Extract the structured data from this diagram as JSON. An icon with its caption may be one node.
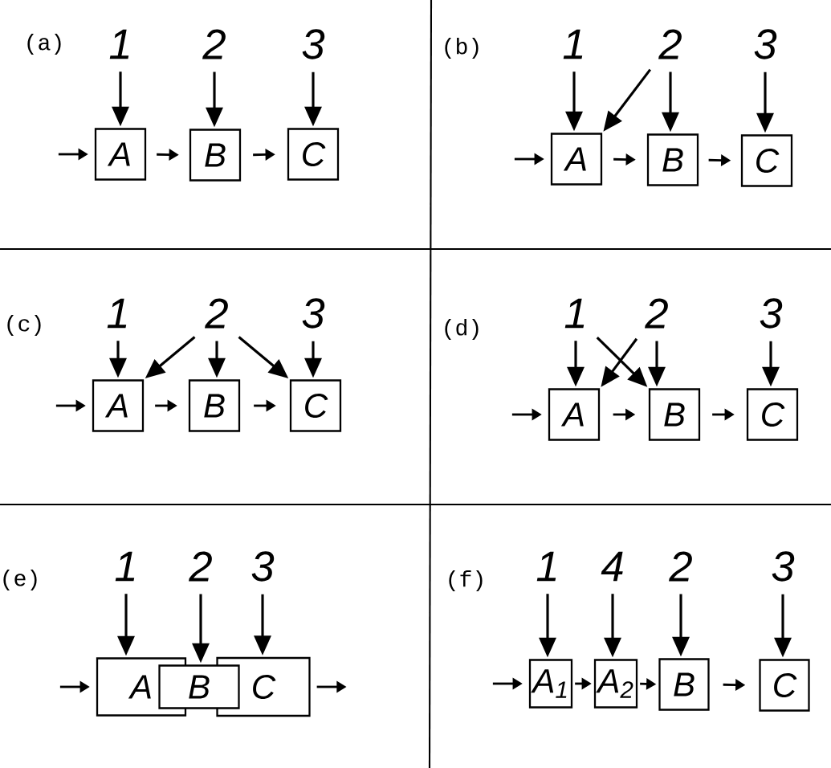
{
  "diagram": {
    "nodes": [
      {
        "text": [
          "1"
        ]
      },
      {
        "text": [
          "2"
        ]
      },
      {
        "text": [
          "3"
        ]
      },
      {
        "text": [
          "A"
        ]
      },
      {
        "text": [
          "B"
        ]
      },
      {
        "text": [
          "C"
        ]
      },
      {
        "text": [
          "1"
        ]
      },
      {
        "text": [
          "2"
        ]
      },
      {
        "text": [
          "3"
        ]
      },
      {
        "text": [
          "A"
        ]
      },
      {
        "text": [
          "B"
        ]
      },
      {
        "text": [
          "C"
        ]
      },
      {
        "text": [
          "1"
        ]
      },
      {
        "text": [
          "2"
        ]
      },
      {
        "text": [
          "3"
        ]
      },
      {
        "text": [
          "A"
        ]
      },
      {
        "text": [
          "B"
        ]
      },
      {
        "text": [
          "C"
        ]
      },
      {
        "text": [
          "1"
        ]
      },
      {
        "text": [
          "2"
        ]
      },
      {
        "text": [
          "3"
        ]
      },
      {
        "text": [
          "A"
        ]
      },
      {
        "text": [
          "B"
        ]
      },
      {
        "text": [
          "C"
        ]
      },
      {
        "text": [
          "1"
        ]
      },
      {
        "text": [
          "2"
        ]
      },
      {
        "text": [
          "3"
        ]
      },
      {
        "text": [
          "A"
        ]
      },
      {
        "text": [
          "B"
        ]
      },
      {
        "text": [
          "C"
        ]
      },
      {
        "text": [
          "1"
        ]
      },
      {
        "text": [
          "4"
        ]
      },
      {
        "text": [
          "2"
        ]
      },
      {
        "text": [
          "3"
        ]
      },
      {
        "text": [
          "A$_{1}$"
        ]
      },
      {
        "text": [
          "A$_{2}$"
        ]
      },
      {
        "text": [
          "B"
        ]
      },
      {
        "text": [
          "C"
        ]
      }
    ],
    "edges": [
      {
        "from": 0,
        "to": 3,
        "arrow": "to"
      },
      {
        "from": 1,
        "to": 4,
        "arrow": "to"
      },
      {
        "from": 2,
        "to": 5,
        "arrow": "to"
      },
      {
        "from": null,
        "to": 3,
        "arrow": "to"
      },
      {
        "from": 3,
        "to": 4,
        "arrow": "to"
      },
      {
        "from": 4,
        "to": 5,
        "arrow": "to"
      },
      {
        "from": 6,
        "to": 9,
        "arrow": "to"
      },
      {
        "from": 7,
        "to": 9,
        "arrow": "to"
      },
      {
        "from": 7,
        "to": 10,
        "arrow": "to"
      },
      {
        "from": 8,
        "to": 11,
        "arrow": "to"
      },
      {
        "from": null,
        "to": 9,
        "arrow": "to"
      },
      {
        "from": 9,
        "to": 10,
        "arrow": "to"
      },
      {
        "from": 10,
        "to": 11,
        "arrow": "to"
      },
      {
        "from": 12,
        "to": 15,
        "arrow": "to"
      },
      {
        "from": 13,
        "to": 15,
        "arrow": "to"
      },
      {
        "from": 13,
        "to": 16,
        "arrow": "to"
      },
      {
        "from": 13,
        "to": 17,
        "arrow": "to"
      },
      {
        "from": 14,
        "to": 17,
        "arrow": "to"
      },
      {
        "from": null,
        "to": 15,
        "arrow": "to"
      },
      {
        "from": 15,
        "to": 16,
        "arrow": "to"
      },
      {
        "from": 16,
        "to": 17,
        "arrow": "to"
      },
      {
        "from": 18,
        "to": 21,
        "arrow": "to"
      },
      {
        "from": 18,
        "to": 22,
        "arrow": "to"
      },
      {
        "from": 19,
        "to": 21,
        "arrow": "to"
      },
      {
        "from": 19,
        "to": 22,
        "arrow": "to"
      },
      {
        "from": 20,
        "to": 23,
        "arrow": "to"
      },
      {
        "from": null,
        "to": 21,
        "arrow": "to"
      },
      {
        "from": 21,
        "to": 22,
        "arrow": "to"
      },
      {
        "from": 22,
        "to": 23,
        "arrow": "to"
      },
      {
        "from": 24,
        "to": 27,
        "arrow": "to"
      },
      {
        "from": 25,
        "to": 28,
        "arrow": "to"
      },
      {
        "from": 26,
        "to": 29,
        "arrow": "to"
      },
      {
        "from": null,
        "to": 27,
        "arrow": "to"
      },
      {
        "from": 29,
        "to": null,
        "arrow": "to"
      },
      {
        "from": 30,
        "to": 34,
        "arrow": "to"
      },
      {
        "from": 31,
        "to": 35,
        "arrow": "to"
      },
      {
        "from": 32,
        "to": 36,
        "arrow": "to"
      },
      {
        "from": 33,
        "to": 37,
        "arrow": "to"
      },
      {
        "from": null,
        "to": 34,
        "arrow": "to"
      },
      {
        "from": 34,
        "to": 35,
        "arrow": "to"
      },
      {
        "from": 35,
        "to": 36,
        "arrow": "to"
      },
      {
        "from": 36,
        "to": 37,
        "arrow": "to"
      }
    ],
    "labels": [
      "(a)",
      "(b)",
      "(c)",
      "(d)",
      "(e)",
      "(f)"
    ]
  }
}
